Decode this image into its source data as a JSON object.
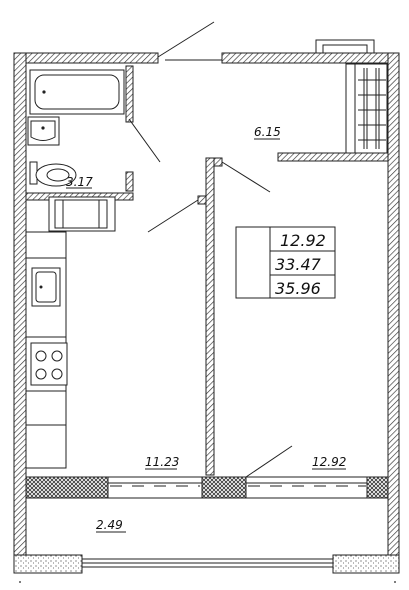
{
  "rooms": {
    "bathroom_area": "3.17",
    "hall_area": "6.15",
    "kitchen_area": "11.23",
    "living_area": "12.92",
    "balcony_area": "2.49"
  },
  "area_table": {
    "living": "12.92",
    "total": "33.47",
    "total_with_balcony": "35.96"
  }
}
